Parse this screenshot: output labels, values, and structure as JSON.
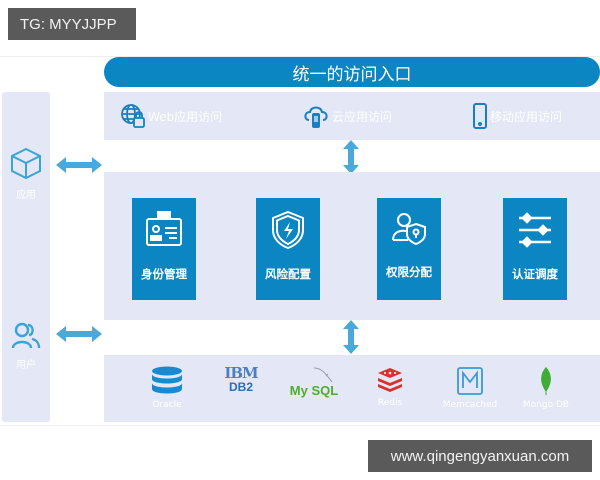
{
  "watermarks": {
    "top_left": "TG: MYYJJPP",
    "bottom_right": "www.qingengyanxuan.com"
  },
  "header": {
    "title": "统一的访问入口"
  },
  "access": [
    {
      "icon": "globe-lock-icon",
      "label": "Web应用访问"
    },
    {
      "icon": "cloud-phone-icon",
      "label": "云应用访问"
    },
    {
      "icon": "mobile-icon",
      "label": "移动应用访问"
    }
  ],
  "left": [
    {
      "icon": "cube-icon",
      "label": "应用"
    },
    {
      "icon": "users-icon",
      "label": "用户"
    }
  ],
  "modules": [
    {
      "icon": "id-badge-icon",
      "label": "身份管理"
    },
    {
      "icon": "shield-bolt-icon",
      "label": "风险配置"
    },
    {
      "icon": "user-permission-icon",
      "label": "权限分配"
    },
    {
      "icon": "sliders-icon",
      "label": "认证调度"
    }
  ],
  "databases": [
    {
      "icon": "database-icon",
      "label": "Oracle"
    },
    {
      "icon": "ibm-db2-logo",
      "label": "IBM DB2",
      "logo_text_top": "IBM",
      "logo_text_bottom": "DB2"
    },
    {
      "icon": "mysql-logo",
      "label": "MySQL",
      "logo_text": "My SQL"
    },
    {
      "icon": "redis-logo",
      "label": "Redis"
    },
    {
      "icon": "memcached-logo",
      "label": "Memcached"
    },
    {
      "icon": "mongodb-logo",
      "label": "Mongo DB"
    }
  ],
  "colors": {
    "primary": "#0c86c2",
    "panel": "#e4e7f5",
    "arrow": "#4aa9d8",
    "mysql": "#4cae2f",
    "redis": "#d9312b",
    "mongo": "#3fad35"
  }
}
